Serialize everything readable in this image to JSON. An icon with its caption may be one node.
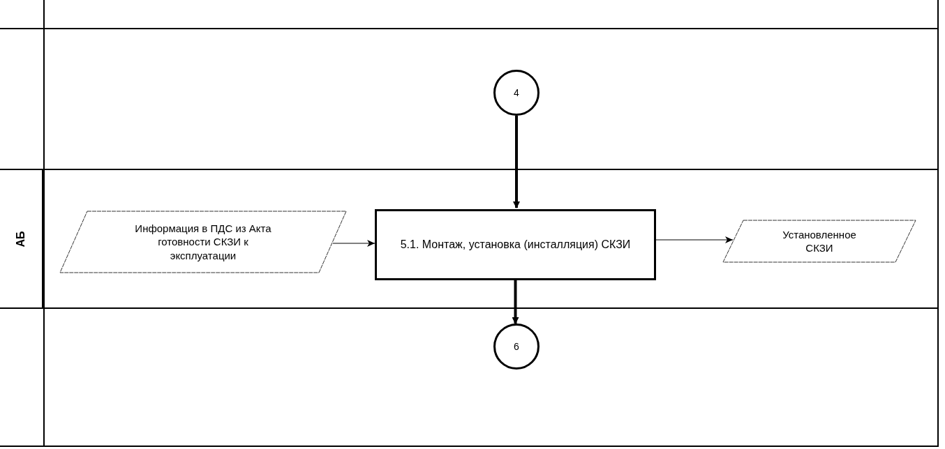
{
  "diagram": {
    "nodes": [
      {
        "text": [
          "АБ"
        ]
      },
      {
        "text": [
          "4"
        ]
      },
      {
        "text": [
          "Информация в ПДС из Акта готовности СКЗИ к эксплуатации"
        ],
        "in": 0
      },
      {
        "text": [
          "5.1. Монтаж, установка (инсталляция) СКЗИ"
        ],
        "in": 0
      },
      {
        "text": [
          "Установленное СКЗИ"
        ],
        "in": 0
      },
      {
        "text": [
          "6"
        ]
      }
    ],
    "edges": [
      {
        "from": 1,
        "to": 3,
        "arrow": "to",
        "style": "thick"
      },
      {
        "from": 2,
        "to": 3,
        "arrow": "to"
      },
      {
        "from": 3,
        "to": 4,
        "arrow": "to"
      },
      {
        "from": 3,
        "to": 5,
        "arrow": "to",
        "style": "thick"
      }
    ]
  }
}
